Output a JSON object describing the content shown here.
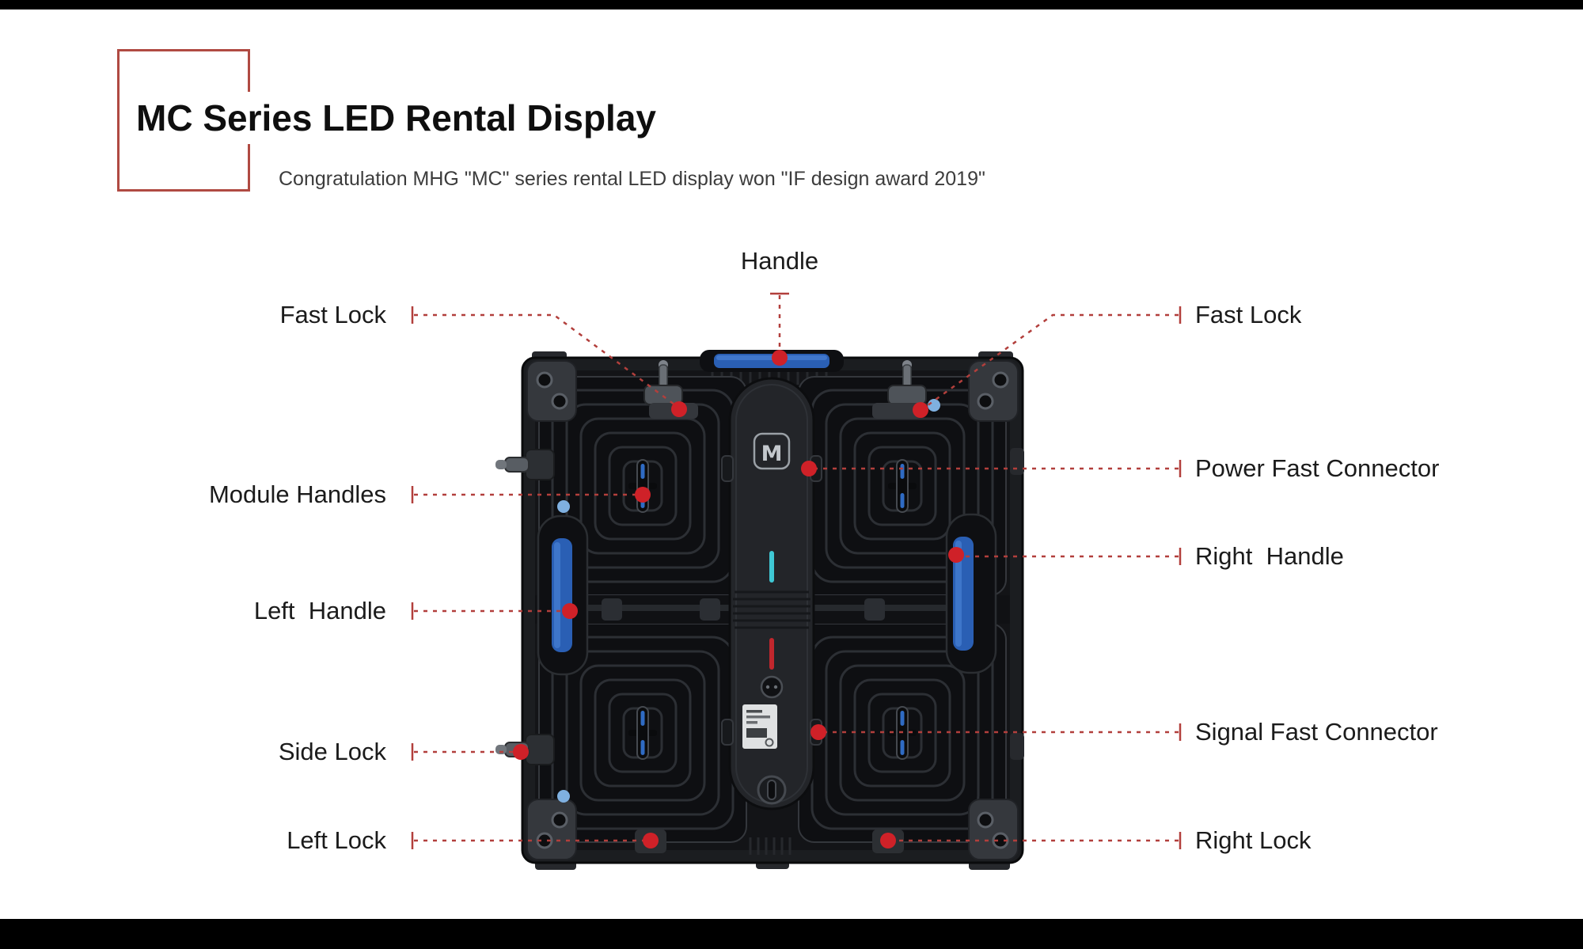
{
  "header": {
    "title": "MC Series LED Rental Display",
    "subtitle": "Congratulation MHG \"MC\" series rental LED display won \"IF design award 2019\""
  },
  "diagram": {
    "callouts": {
      "handle": "Handle",
      "fast_lock_left": "Fast Lock",
      "fast_lock_right": "Fast Lock",
      "module_handles": "Module Handles",
      "power_fast_connector": "Power Fast Connector",
      "left_handle": "Left  Handle",
      "right_handle": "Right  Handle",
      "side_lock": "Side Lock",
      "signal_fast_connector": "Signal Fast Connector",
      "left_lock": "Left Lock",
      "right_lock": "Right Lock"
    },
    "panel_logo_glyph": "M",
    "colors": {
      "accent_square_red": "#b04a42",
      "callout_line_red": "#b23f3c",
      "callout_dot_red": "#cf2128",
      "handle_blue": "#2a5fb4",
      "indicator_blue": "#7fb0e0",
      "panel_dark": "#131417"
    }
  }
}
